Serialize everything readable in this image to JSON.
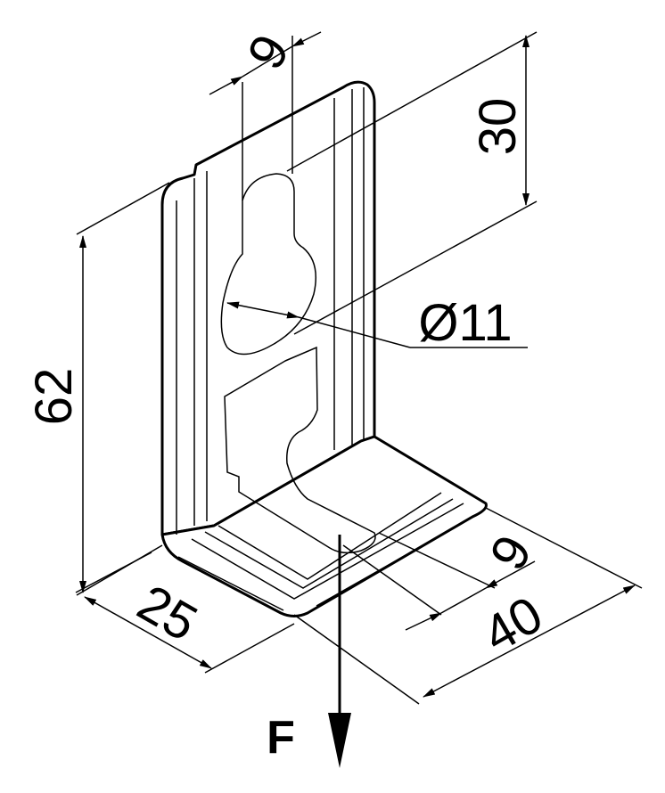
{
  "drawing": {
    "dimensions": {
      "slot_width_top": "9",
      "slot_height": "30",
      "height": "62",
      "hole_diameter": "Ø11",
      "depth": "25",
      "slot_width_bottom": "9",
      "width": "40"
    },
    "force_label": "F",
    "colors": {
      "line": "#000000",
      "background": "#ffffff"
    }
  }
}
